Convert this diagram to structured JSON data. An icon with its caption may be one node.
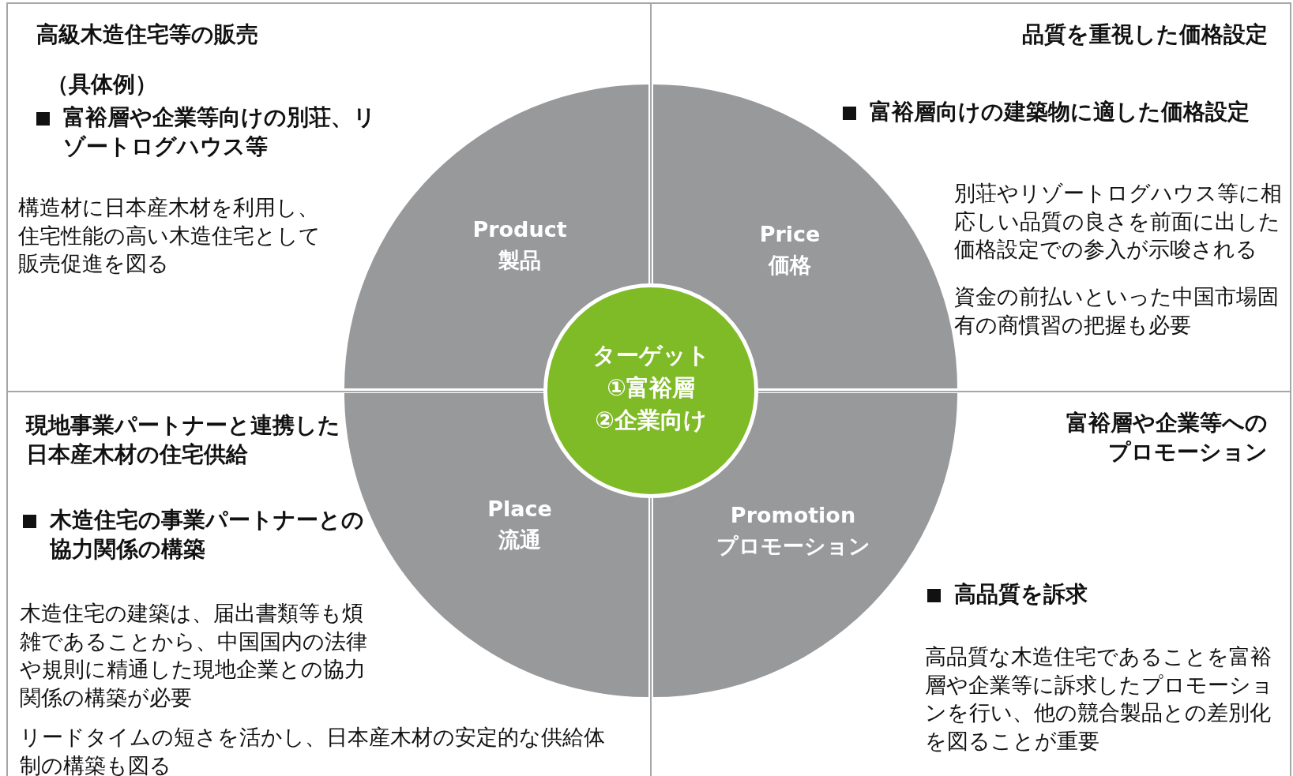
{
  "diagram": {
    "nodes": [
      {
        "text": [
          "高級木造住宅等の販売",
          "（具体例）",
          "富裕層や企業等向けの別荘、リゾートログハウス等",
          "構造材に日本産木材を利用し、住宅性能の高い木造住宅として販売促進を図る"
        ]
      },
      {
        "text": [
          "品質を重視した価格設定",
          "富裕層向けの建築物に適した価格設定",
          "別荘やリゾートログハウス等に相応しい品質の良さを前面に出した価格設定での参入が示唆される",
          "資金の前払いといった中国市場固有の商慣習の把握も必要"
        ]
      },
      {
        "text": [
          "現地事業パートナーと連携した日本産木材の住宅供給",
          "木造住宅の事業パートナーとの協力関係の構築",
          "木造住宅の建築は、届出書類等も煩雑であることから、中国国内の法律や規則に精通した現地企業との協力関係の構築が必要",
          "リードタイムの短さを活かし、日本産木材の安定的な供給体制の構築も図る"
        ]
      },
      {
        "text": [
          "富裕層や企業等へのプロモーション",
          "高品質を訴求",
          "高品質な木造住宅であることを富裕層や企業等に訴求したプロモーションを行い、他の競合製品との差別化を図ることが重要"
        ]
      },
      {
        "text": [
          "Product",
          "製品"
        ],
        "in": 0
      },
      {
        "text": [
          "Price",
          "価格"
        ],
        "in": 1
      },
      {
        "text": [
          "Place",
          "流通"
        ],
        "in": 2
      },
      {
        "text": [
          "Promotion",
          "プロモーション"
        ],
        "in": 3
      },
      {
        "text": [
          "ターゲット",
          "①富裕層",
          "②企業向け"
        ]
      }
    ],
    "edges": []
  }
}
